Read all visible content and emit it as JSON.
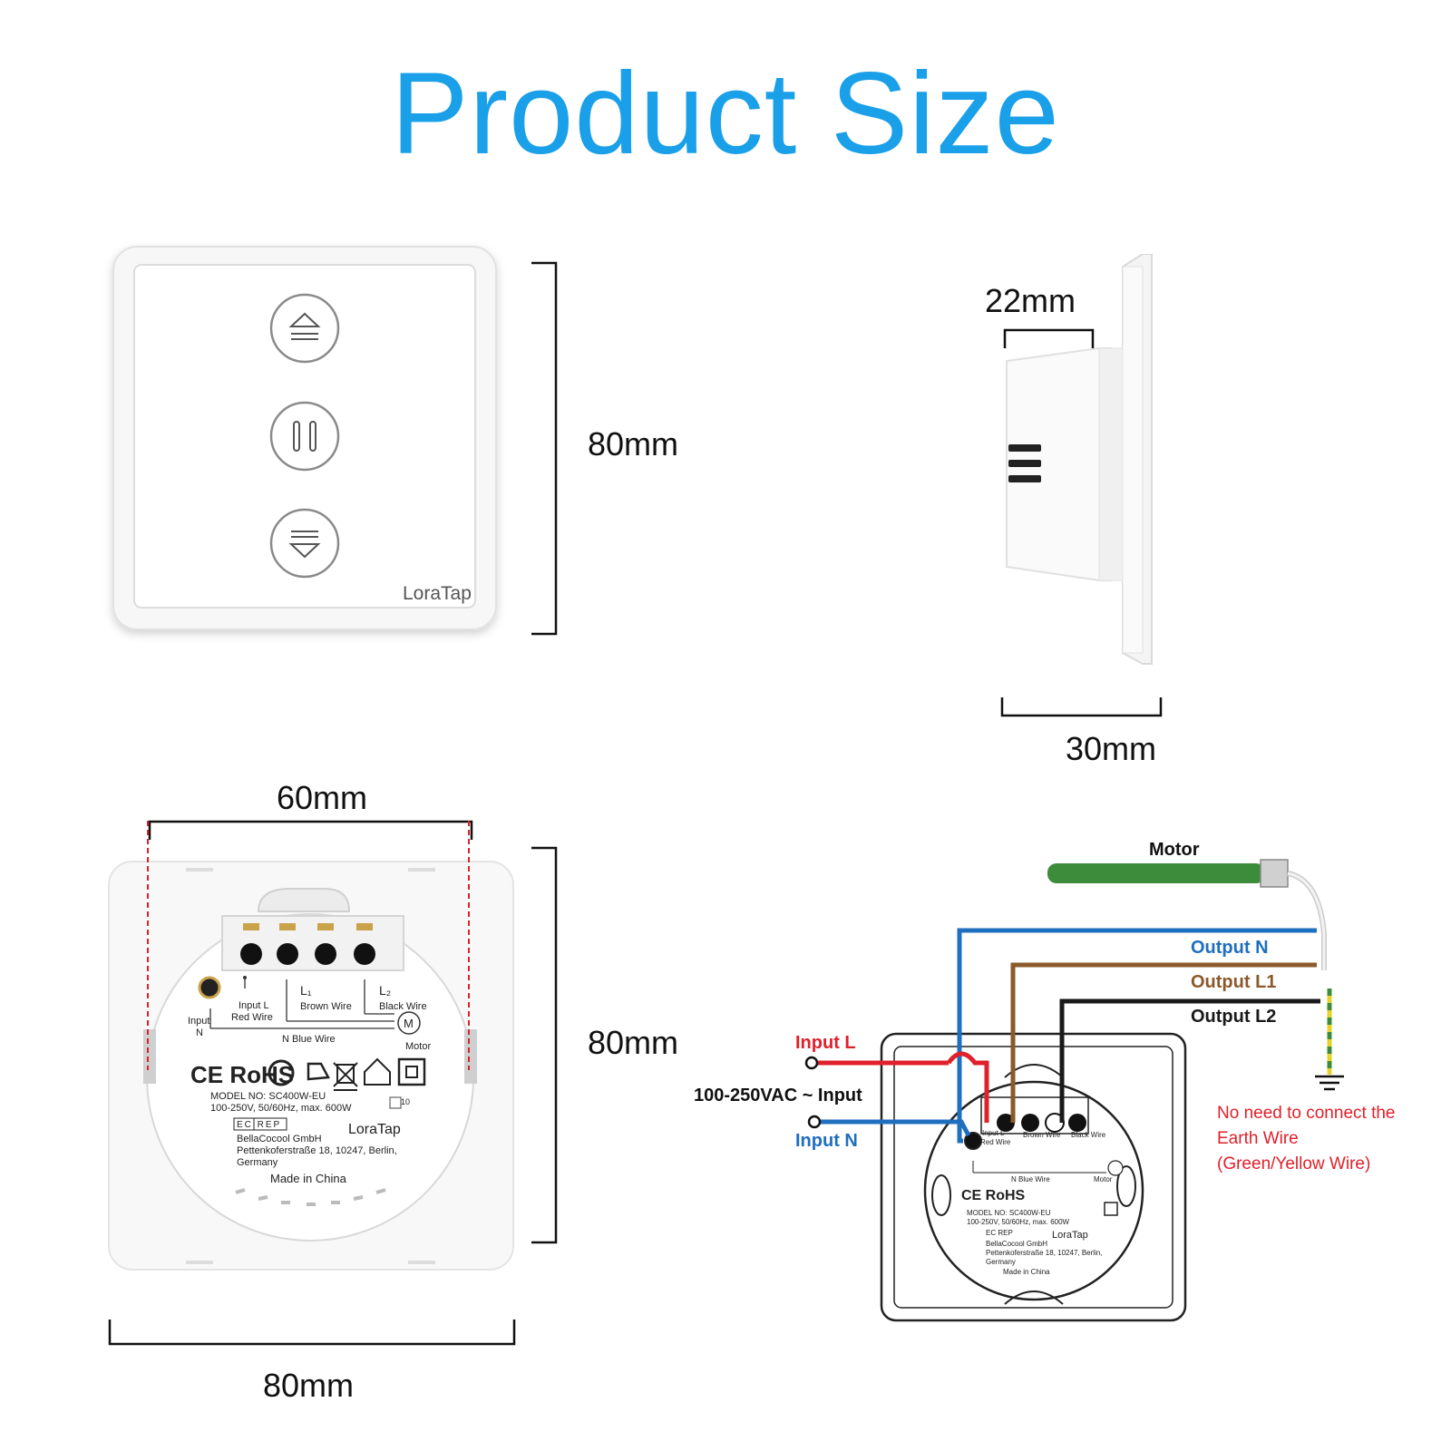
{
  "title": "Product Size",
  "dimensions": {
    "front_height": "80mm",
    "side_depth": "22mm",
    "side_total": "30mm",
    "back_width": "60mm",
    "back_height": "80mm",
    "back_bottom": "80mm"
  },
  "front_panel": {
    "brand": "LoraTap",
    "buttons": [
      "up-arrow-icon",
      "pause-icon",
      "down-arrow-icon"
    ]
  },
  "back_label": {
    "terminal_labels": {
      "input_l": "Input L",
      "input_l_wire": "Red Wire",
      "l1": "L₁",
      "l1_wire": "Brown Wire",
      "l2": "L₂",
      "l2_wire": "Black Wire",
      "input_n": "Input",
      "input_n2": "N",
      "n_wire": "N  Blue Wire",
      "motor": "Motor",
      "motor_symbol": "M"
    },
    "cert_marks": "CE RoHS",
    "model": "MODEL NO: SC400W-EU",
    "rating": "100-250V, 50/60Hz, max. 600W",
    "ec_rep": "EC REP",
    "company": "BellaCocool GmbH",
    "address": "Pettenkoferstraße 18, 10247, Berlin,",
    "country": "Germany",
    "made_in": "Made in China",
    "brand": "LoraTap",
    "index": "10"
  },
  "wiring": {
    "motor": "Motor",
    "output_n": "Output N",
    "output_l1": "Output L1",
    "output_l2": "Output L2",
    "input_l": "Input L",
    "input_supply": "100-250VAC ~ Input",
    "input_n": "Input N",
    "earth_note_1": "No need to connect the",
    "earth_note_2": "Earth Wire",
    "earth_note_3": "(Green/Yellow Wire)",
    "colors": {
      "blue": "#1f6fbf",
      "brown": "#8b5a2b",
      "black": "#1a1a1a",
      "red": "#e0202a",
      "green": "#3c8c3c",
      "yellow": "#e8d22a",
      "earth_note": "#e0202a"
    }
  }
}
